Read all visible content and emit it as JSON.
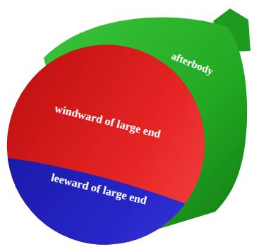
{
  "diagram": {
    "nodes": [
      {
        "text": [
          "afterbody"
        ]
      },
      {
        "text": [
          "windward of large end"
        ]
      },
      {
        "text": [
          "leeward of large end"
        ]
      }
    ]
  }
}
